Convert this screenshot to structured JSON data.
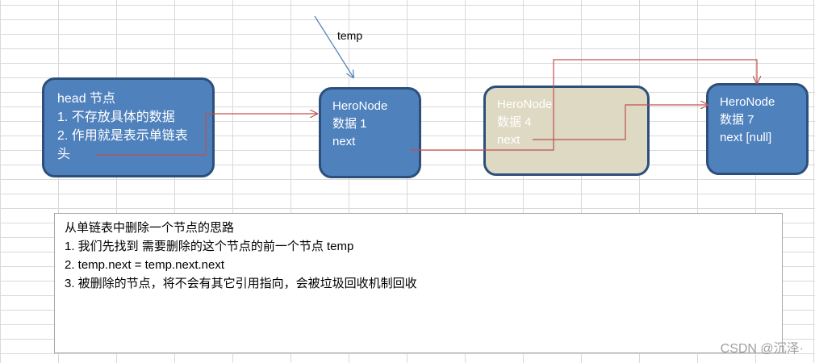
{
  "nodes": {
    "head": {
      "lines": [
        "head 节点",
        "1. 不存放具体的数据",
        "2. 作用就是表示单链表",
        "头"
      ]
    },
    "node1": {
      "lines": [
        "HeroNode",
        "数据 1",
        "next"
      ]
    },
    "node4": {
      "lines": [
        "HeroNode",
        "数据 4",
        "next"
      ]
    },
    "node7": {
      "lines": [
        "HeroNode",
        "数据 7",
        "next [null]"
      ]
    }
  },
  "pointer_label": "temp",
  "note": {
    "lines": [
      "从单链表中删除一个节点的思路",
      "1.  我们先找到 需要删除的这个节点的前一个节点 temp",
      "2.  temp.next = temp.next.next",
      "3. 被删除的节点，将不会有其它引用指向，会被垃圾回收机制回收"
    ]
  },
  "watermark": "CSDN @沉泽·",
  "colors": {
    "node_fill": "#4f81bd",
    "node_border": "#2c4f7c",
    "deleted_node_fill": "#ddd9c3",
    "link_arrow": "#c0504d",
    "temp_arrow": "#4f81bd"
  }
}
